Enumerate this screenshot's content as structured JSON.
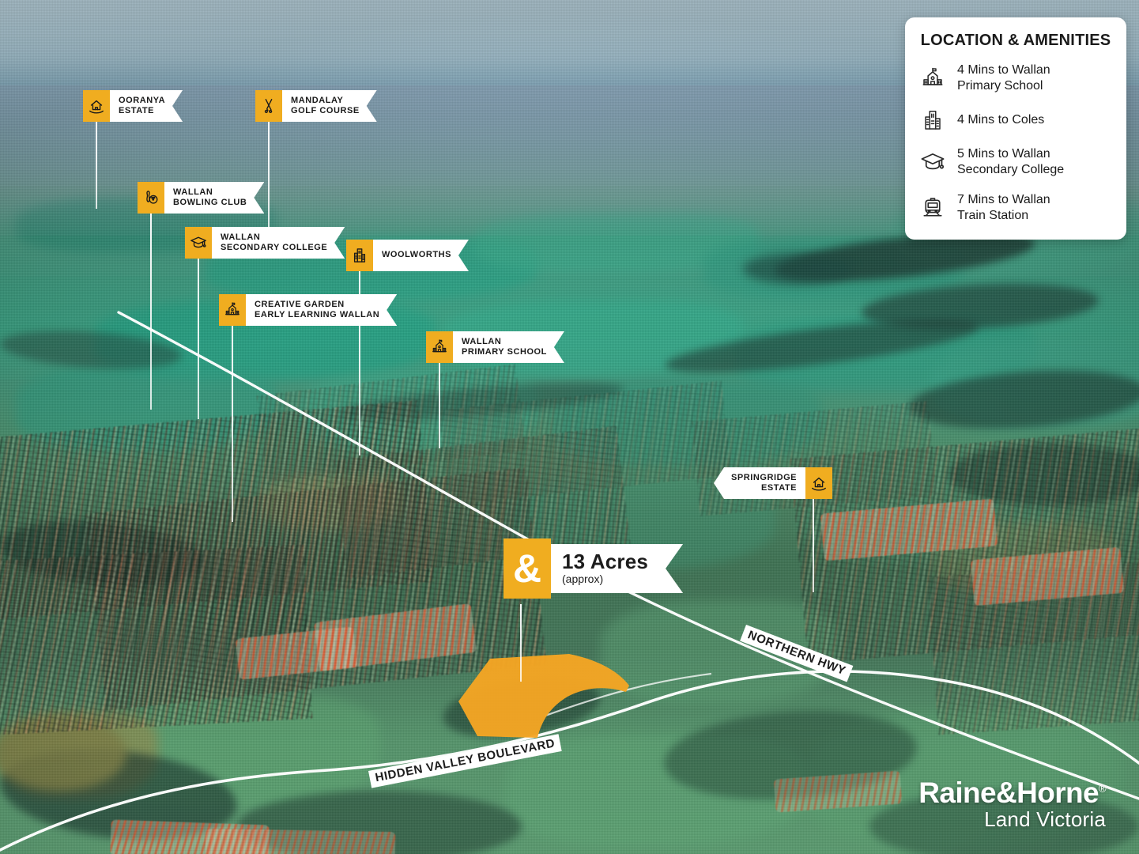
{
  "panel": {
    "title": "LOCATION & AMENITIES",
    "items": [
      {
        "icon": "school-building-icon",
        "line1": "4 Mins to Wallan",
        "line2": "Primary School"
      },
      {
        "icon": "store-building-icon",
        "line1": "4 Mins to Coles",
        "line2": ""
      },
      {
        "icon": "graduation-cap-icon",
        "line1": "5 Mins to Wallan",
        "line2": "Secondary College"
      },
      {
        "icon": "train-icon",
        "line1": "7 Mins to Wallan",
        "line2": "Train Station"
      }
    ]
  },
  "hero": {
    "logo": "ampersand-logo",
    "title": "13 Acres",
    "subtitle": "(approx)"
  },
  "markers": [
    {
      "id": "ooranya-estate",
      "icon": "house-in-hand-icon",
      "line1": "OORANYA",
      "line2": "ESTATE"
    },
    {
      "id": "mandalay-golf-course",
      "icon": "golf-clubs-icon",
      "line1": "MANDALAY",
      "line2": "GOLF COURSE"
    },
    {
      "id": "wallan-bowling-club",
      "icon": "bowling-icon",
      "line1": "WALLAN",
      "line2": "BOWLING CLUB"
    },
    {
      "id": "wallan-secondary-college",
      "icon": "graduation-cap-icon",
      "line1": "WALLAN",
      "line2": "SECONDARY COLLEGE"
    },
    {
      "id": "woolworths",
      "icon": "store-building-icon",
      "line1": "WOOLWORTHS",
      "line2": ""
    },
    {
      "id": "creative-garden-early-learning",
      "icon": "school-building-icon",
      "line1": "CREATIVE GARDEN",
      "line2": "EARLY LEARNING WALLAN"
    },
    {
      "id": "wallan-primary-school",
      "icon": "school-building-icon",
      "line1": "WALLAN",
      "line2": "PRIMARY SCHOOL"
    },
    {
      "id": "springridge-estate",
      "icon": "house-in-hand-icon",
      "line1": "SPRINGRIDGE",
      "line2": "ESTATE"
    }
  ],
  "roads": [
    {
      "id": "northern-hwy",
      "label": "NORTHERN HWY"
    },
    {
      "id": "hidden-valley-boulevard",
      "label": "HIDDEN VALLEY BOULEVARD"
    }
  ],
  "brand": {
    "name": "Raine&Horne",
    "registered": "®",
    "tagline": "Land Victoria"
  },
  "colors": {
    "accent": "#F0AD20",
    "flag": "#FFFFFF",
    "text": "#1A1A1A",
    "parcel": "#F5A623"
  }
}
